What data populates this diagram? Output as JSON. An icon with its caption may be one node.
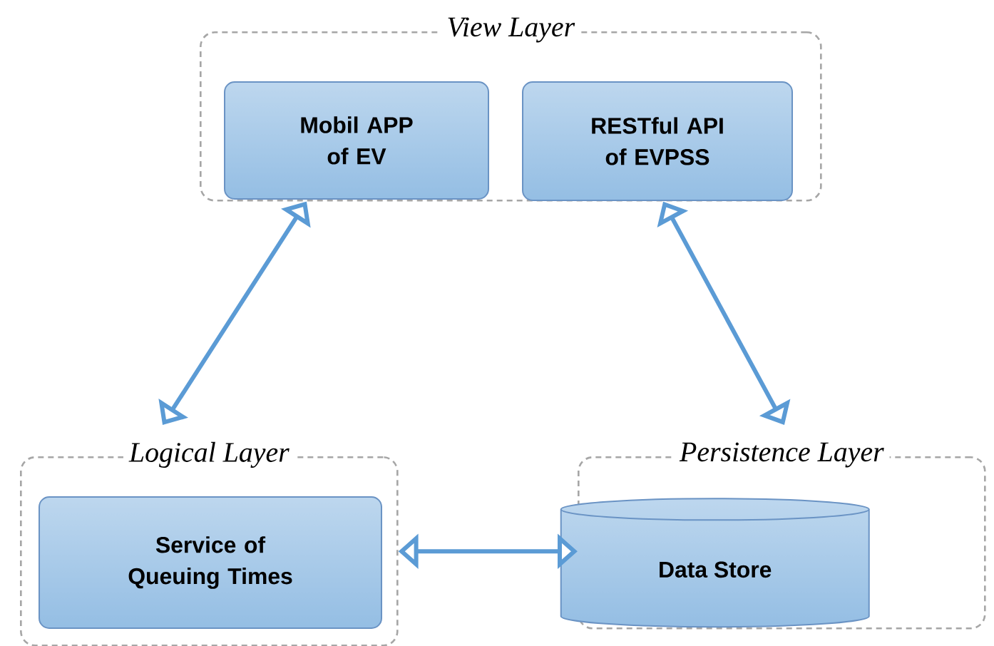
{
  "diagram": {
    "nodes": [
      {
        "text": [
          "View Layer"
        ]
      },
      {
        "text": [
          "Mobil APP of EV"
        ],
        "in": 0
      },
      {
        "text": [
          "RESTful API of EVPSS"
        ],
        "in": 0
      },
      {
        "text": [
          "Logical Layer"
        ]
      },
      {
        "text": [
          "Service of Queuing Times"
        ],
        "in": 3
      },
      {
        "text": [
          "Persistence Layer"
        ]
      },
      {
        "text": [
          "Data Store"
        ],
        "in": 5
      }
    ],
    "edges": [
      {
        "from": 0,
        "to": 3,
        "arrow": "both"
      },
      {
        "from": 0,
        "to": 5,
        "arrow": "both"
      },
      {
        "from": 3,
        "to": 5,
        "arrow": "both"
      }
    ]
  }
}
